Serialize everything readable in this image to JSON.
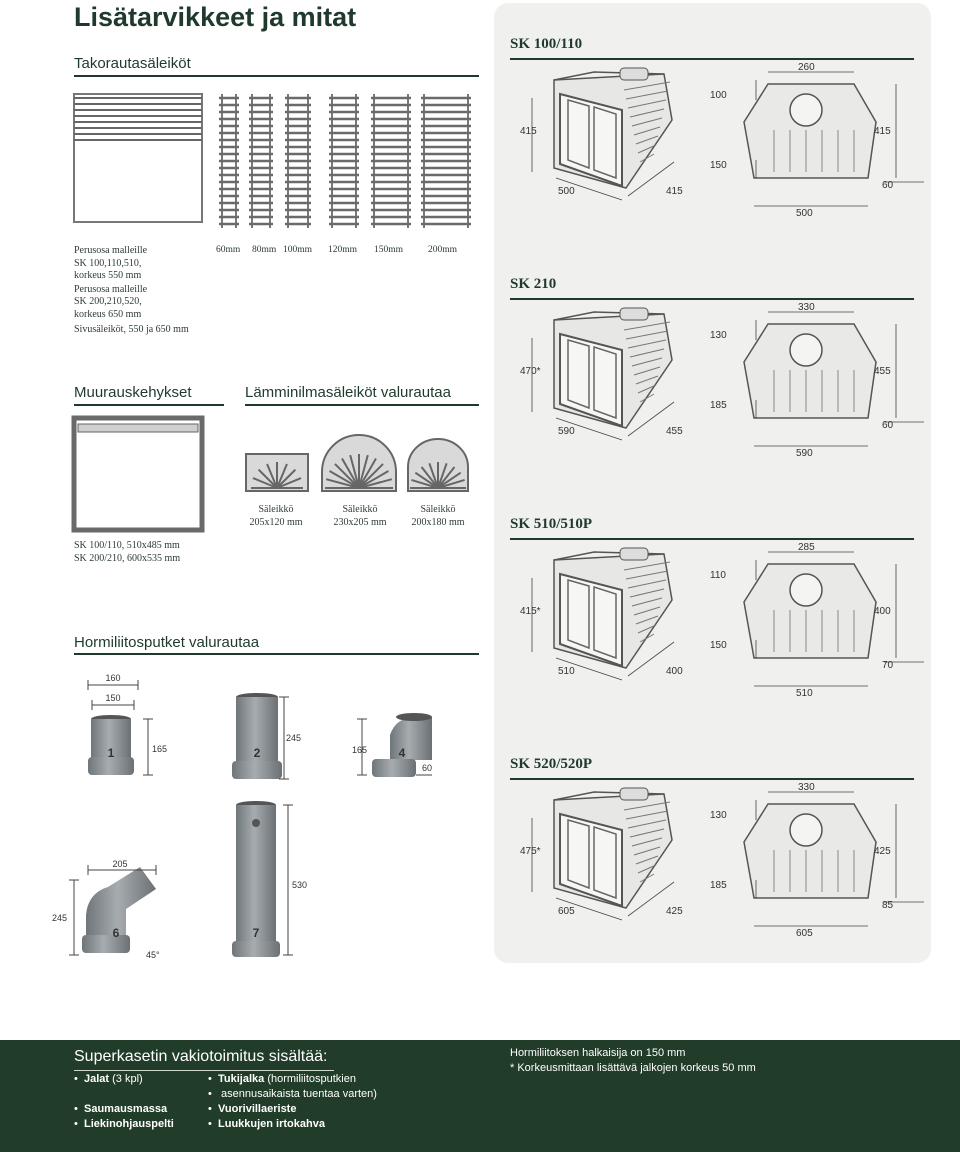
{
  "page_title": "Lisätarvikkeet ja mitat",
  "sections": {
    "takoraut": "Takorautasäleiköt",
    "muuraus": "Muurauskehykset",
    "lamminilma": "Lämminilmasäleiköt valurautaa",
    "hormili": "Hormiliitosputket valurautaa"
  },
  "grille_captions": {
    "line1": "Perusosa malleille",
    "line2": "SK 100,110,510,",
    "line3": "korkeus 550 mm",
    "line4": "Perusosa malleille",
    "line5": "SK 200,210,520,",
    "line6": "korkeus 650 mm",
    "line7": "Sivusäleiköt, 550 ja 650 mm"
  },
  "grille_widths": [
    "60mm",
    "80mm",
    "100mm",
    "120mm",
    "150mm",
    "200mm"
  ],
  "frame_caption": {
    "line1": "SK 100/110, 510x485 mm",
    "line2": "SK 200/210, 600x535 mm"
  },
  "vents": [
    {
      "label": "Säleikkö",
      "size": "205x120 mm"
    },
    {
      "label": "Säleikkö",
      "size": "230x205 mm"
    },
    {
      "label": "Säleikkö",
      "size": "200x180 mm"
    }
  ],
  "pipes": {
    "d160": "160",
    "d150": "150",
    "p1_num": "1",
    "p1_h": "165",
    "p2_num": "2",
    "p2_h": "245",
    "p4_num": "4",
    "p4_h": "165",
    "p4_w": "60",
    "p6_num": "6",
    "p6_w": "205",
    "p6_h": "245",
    "p6_angle": "45°",
    "p7_num": "7",
    "p7_h": "530"
  },
  "models": [
    {
      "name": "SK 100/110",
      "h": "415",
      "w": "500",
      "d": "415",
      "top": "260",
      "a": "100",
      "b": "415",
      "c": "150",
      "e": "60",
      "base": "500"
    },
    {
      "name": "SK 210",
      "h": "470*",
      "w": "590",
      "d": "455",
      "top": "330",
      "a": "130",
      "b": "455",
      "c": "185",
      "e": "60",
      "base": "590"
    },
    {
      "name": "SK 510/510P",
      "h": "415*",
      "w": "510",
      "d": "400",
      "top": "285",
      "a": "110",
      "b": "400",
      "c": "150",
      "e": "70",
      "base": "510"
    },
    {
      "name": "SK 520/520P",
      "h": "475*",
      "w": "605",
      "d": "425",
      "top": "330",
      "a": "130",
      "b": "425",
      "c": "185",
      "e": "85",
      "base": "605"
    }
  ],
  "footer": {
    "heading": "Superkasetin vakiotoimitus sisältää:",
    "col1": [
      {
        "bold": "Jalat",
        "rest": " (3 kpl)"
      },
      {
        "bold": "Saumausmassa",
        "rest": ""
      },
      {
        "bold": "Liekinohjauspelti",
        "rest": ""
      }
    ],
    "col2": [
      {
        "bold": "Tukijalka",
        "rest": " (hormiliitosputkien"
      },
      {
        "bold": "",
        "rest": "asennusaikaista tuentaa varten)"
      },
      {
        "bold": "Vuorivillaeriste",
        "rest": ""
      },
      {
        "bold": "Luukkujen irtokahva",
        "rest": ""
      }
    ],
    "note1": "Hormiliitoksen halkaisija on 150 mm",
    "note2": "* Korkeusmittaan lisättävä jalkojen korkeus 50 mm"
  },
  "colors": {
    "accent": "#213d29",
    "panel": "#f0f0ee",
    "metal": "#8a9094"
  }
}
